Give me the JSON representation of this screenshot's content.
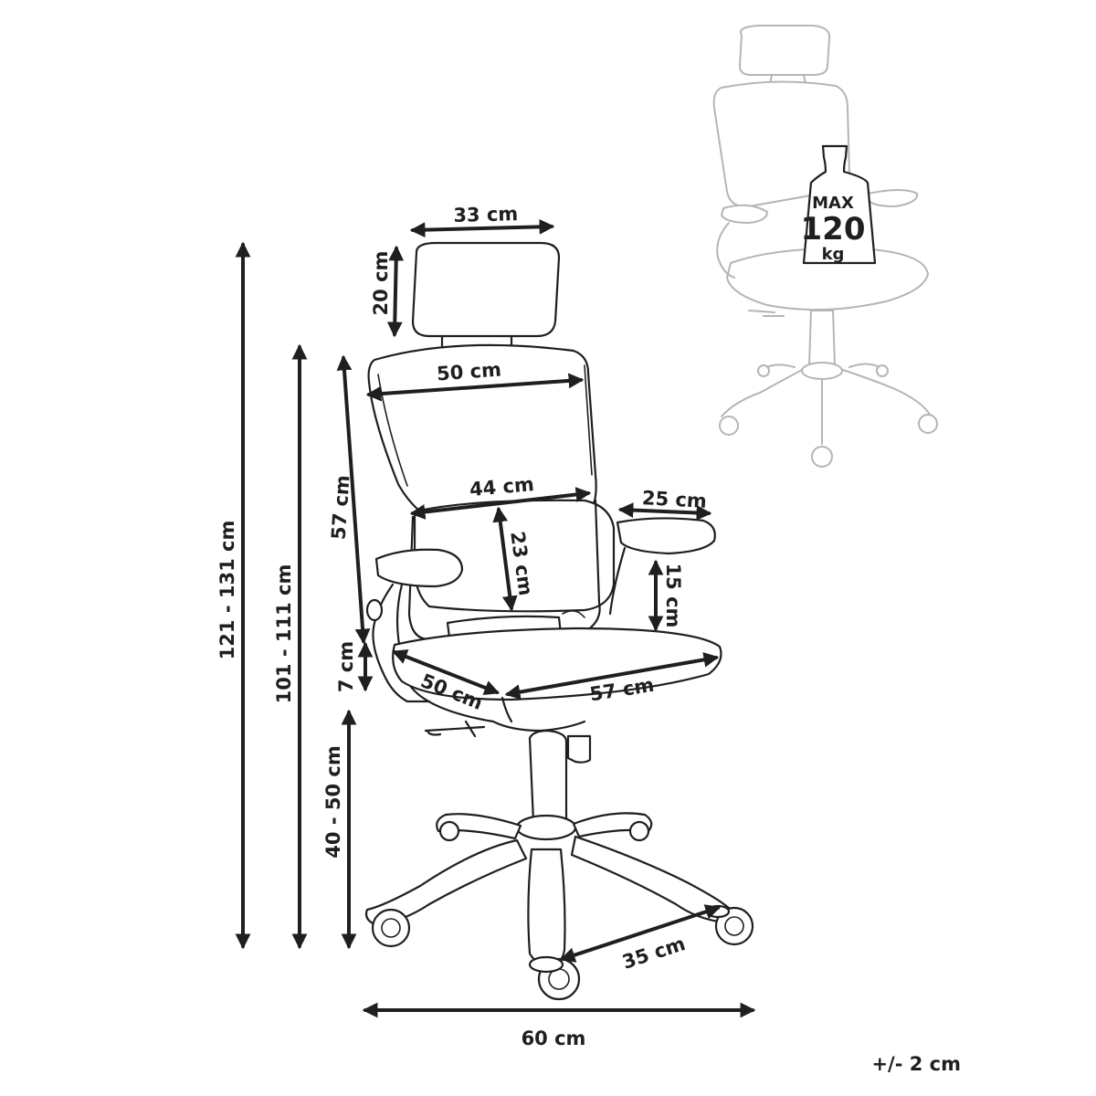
{
  "dimensions": {
    "headrest_width": "33 cm",
    "headrest_height": "20 cm",
    "backrest_width": "50 cm",
    "backrest_height": "57 cm",
    "lumbar_width": "44 cm",
    "lumbar_height": "23 cm",
    "armrest_length": "25 cm",
    "armrest_height": "15 cm",
    "seat_depth": "50 cm",
    "seat_width": "57 cm",
    "seat_thickness": "7 cm",
    "seat_height": "40 - 50 cm",
    "total_height": "121 - 131 cm",
    "backrest_top_height": "101 - 111 cm",
    "caster_spread": "35 cm",
    "base_width": "60 cm"
  },
  "weight_badge": {
    "max_label": "MAX",
    "value": "120",
    "unit": "kg"
  },
  "tolerance": "+/- 2 cm",
  "colors": {
    "line": "#1f1f1f",
    "ghost_line": "#b5b5b5",
    "background": "#ffffff"
  }
}
